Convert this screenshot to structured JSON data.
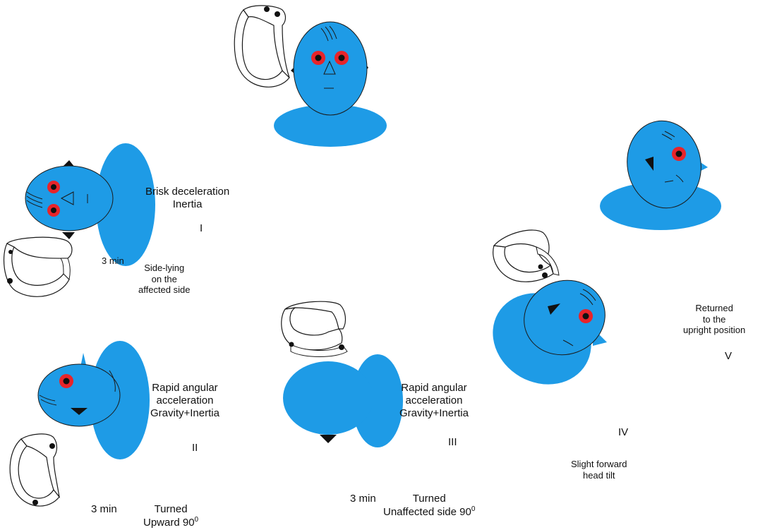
{
  "figure": {
    "colors": {
      "head": "#1e9be6",
      "eye_outer": "#e8242a",
      "eye_inner": "#111111",
      "canal": "#ffffff",
      "outline": "#1a1a1a"
    },
    "stage1": {
      "line1": "Brisk deceleration",
      "line2": "Inertia",
      "numeral": "I",
      "time": "3 min",
      "pos1": "Side-lying",
      "pos2": "on the",
      "pos3": "affected side"
    },
    "stage2": {
      "line1": "Rapid angular",
      "line2": "acceleration",
      "line3": "Gravity+Inertia",
      "numeral": "II",
      "time": "3 min",
      "turn1": "Turned",
      "turn2": "Upward 90",
      "sup": "0"
    },
    "stage3": {
      "line1": "Rapid angular",
      "line2": "acceleration",
      "line3": "Gravity+Inertia",
      "numeral": "III",
      "time": "3 min",
      "turn1": "Turned",
      "turn2": "Unaffected side 90",
      "sup": "0"
    },
    "stage4": {
      "numeral": "IV",
      "tilt1": "Slight forward",
      "tilt2": "head tilt"
    },
    "stage5": {
      "line1": "Returned",
      "line2": "to the",
      "line3": "upright position",
      "numeral": "V"
    }
  }
}
